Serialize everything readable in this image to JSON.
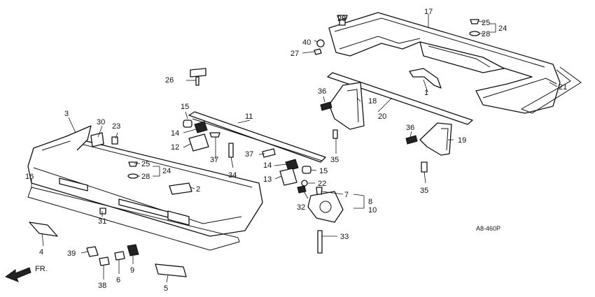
{
  "diagram": {
    "callouts": [
      {
        "id": "c1",
        "text": "1"
      },
      {
        "id": "c2",
        "text": "2"
      },
      {
        "id": "c3",
        "text": "3"
      },
      {
        "id": "c4",
        "text": "4"
      },
      {
        "id": "c5",
        "text": "5"
      },
      {
        "id": "c6",
        "text": "6"
      },
      {
        "id": "c7",
        "text": "7"
      },
      {
        "id": "c8",
        "text": "8"
      },
      {
        "id": "c9",
        "text": "9"
      },
      {
        "id": "c10",
        "text": "10"
      },
      {
        "id": "c11",
        "text": "11"
      },
      {
        "id": "c12",
        "text": "12"
      },
      {
        "id": "c13",
        "text": "13"
      },
      {
        "id": "c14a",
        "text": "14"
      },
      {
        "id": "c14b",
        "text": "14"
      },
      {
        "id": "c15a",
        "text": "15"
      },
      {
        "id": "c15b",
        "text": "15"
      },
      {
        "id": "c16",
        "text": "16"
      },
      {
        "id": "c17",
        "text": "17"
      },
      {
        "id": "c18",
        "text": "18"
      },
      {
        "id": "c19",
        "text": "19"
      },
      {
        "id": "c20",
        "text": "20"
      },
      {
        "id": "c21",
        "text": "21"
      },
      {
        "id": "c22",
        "text": "22"
      },
      {
        "id": "c23",
        "text": "23"
      },
      {
        "id": "c24a",
        "text": "24"
      },
      {
        "id": "c24b",
        "text": "24"
      },
      {
        "id": "c25a",
        "text": "25"
      },
      {
        "id": "c25b",
        "text": "25"
      },
      {
        "id": "c26",
        "text": "26"
      },
      {
        "id": "c27",
        "text": "27"
      },
      {
        "id": "c28a",
        "text": "28"
      },
      {
        "id": "c28b",
        "text": "28"
      },
      {
        "id": "c29",
        "text": "29"
      },
      {
        "id": "c30",
        "text": "30"
      },
      {
        "id": "c31",
        "text": "31"
      },
      {
        "id": "c32",
        "text": "32"
      },
      {
        "id": "c33",
        "text": "33"
      },
      {
        "id": "c34",
        "text": "34"
      },
      {
        "id": "c35a",
        "text": "35"
      },
      {
        "id": "c35b",
        "text": "35"
      },
      {
        "id": "c36a",
        "text": "36"
      },
      {
        "id": "c36b",
        "text": "36"
      },
      {
        "id": "c37a",
        "text": "37"
      },
      {
        "id": "c37b",
        "text": "37"
      },
      {
        "id": "c38",
        "text": "38"
      },
      {
        "id": "c39",
        "text": "39"
      },
      {
        "id": "c40",
        "text": "40"
      }
    ],
    "front_label": "FR.",
    "figure_code": "A8-460P"
  }
}
